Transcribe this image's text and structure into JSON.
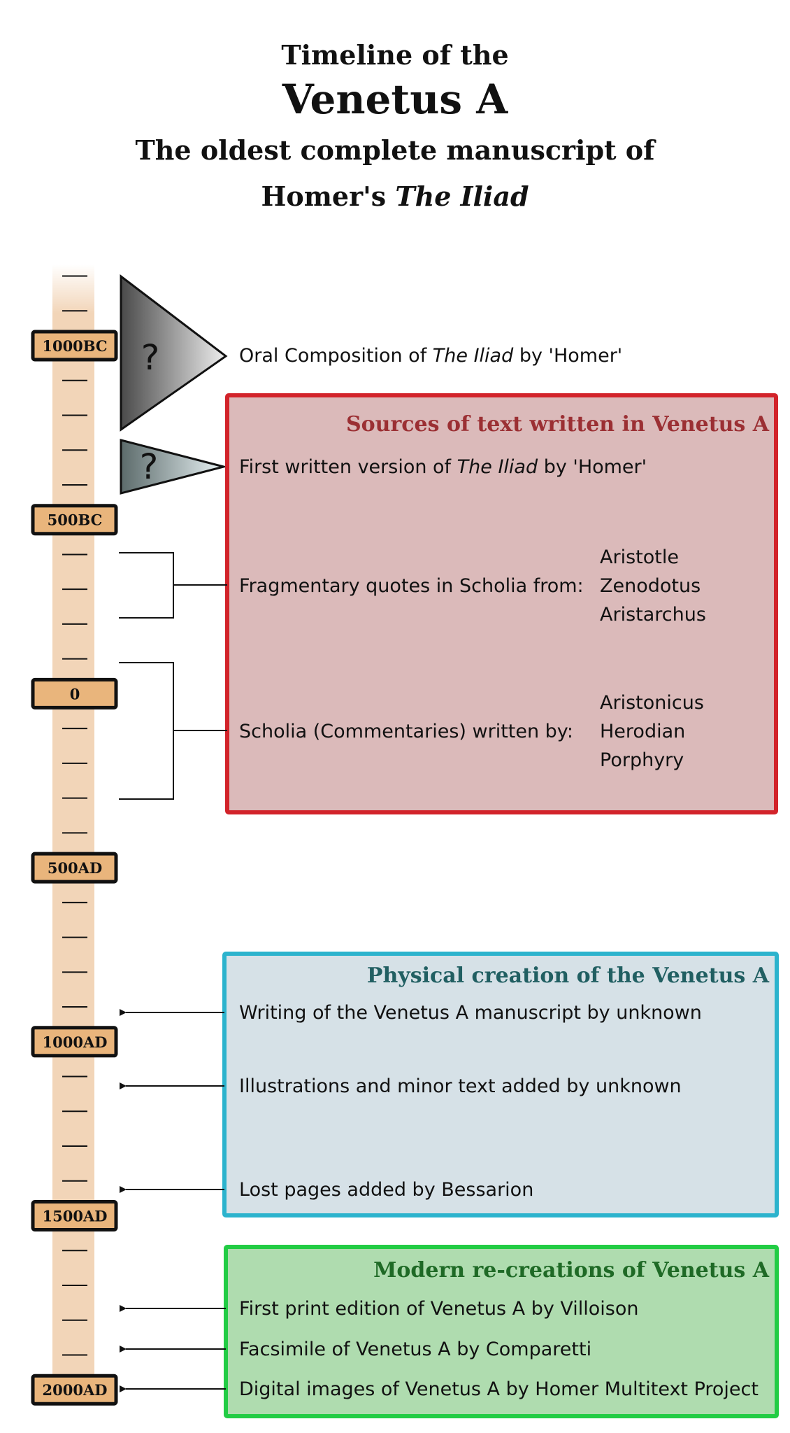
{
  "title": {
    "line1": "Timeline of the",
    "line2": "Venetus A",
    "line3": "The oldest complete manuscript of",
    "line4_prefix": "Homer's ",
    "line4_italic": "The Iliad"
  },
  "timeline": {
    "labels": [
      "1000BC",
      "500BC",
      "0",
      "500AD",
      "1000AD",
      "1500AD",
      "2000AD"
    ]
  },
  "uncertain_marker": "?",
  "events": {
    "oral": {
      "prefix": "Oral Composition of ",
      "italic": "The Iliad",
      "suffix": " by 'Homer'"
    },
    "first_written": {
      "prefix": "First written version of ",
      "italic": "The Iliad",
      "suffix": " by 'Homer'"
    },
    "fragmentary": {
      "label": "Fragmentary quotes in Scholia from:",
      "names": [
        "Aristotle",
        "Zenodotus",
        "Aristarchus"
      ]
    },
    "scholia": {
      "label": "Scholia (Commentaries) written by:",
      "names": [
        "Aristonicus",
        "Herodian",
        "Porphyry"
      ]
    },
    "writing": "Writing of the Venetus A manuscript by unknown",
    "illustrations": "Illustrations and minor text added by unknown",
    "lost_pages": "Lost pages added by Bessarion",
    "print": "First print edition of Venetus A by Villoison",
    "facsimile": "Facsimile of Venetus A by Comparetti",
    "digital": "Digital images of Venetus A by Homer Multitext Project"
  },
  "boxes": {
    "sources": {
      "title": "Sources of text written in Venetus A"
    },
    "physical": {
      "title": "Physical creation of the Venetus A"
    },
    "modern": {
      "title": "Modern re-creations of Venetus A"
    }
  },
  "colors": {
    "timeline_bar": "#f2d5b8",
    "label_fill": "#e9b57c",
    "sources_fill": "#dbbaba",
    "sources_border": "#d2232a",
    "sources_title": "#9b2f33",
    "physical_fill": "#d6e1e7",
    "physical_border": "#2cb3cd",
    "physical_title": "#215f62",
    "modern_fill": "#afdcaf",
    "modern_border": "#22cc44",
    "modern_title": "#1f6a26"
  }
}
